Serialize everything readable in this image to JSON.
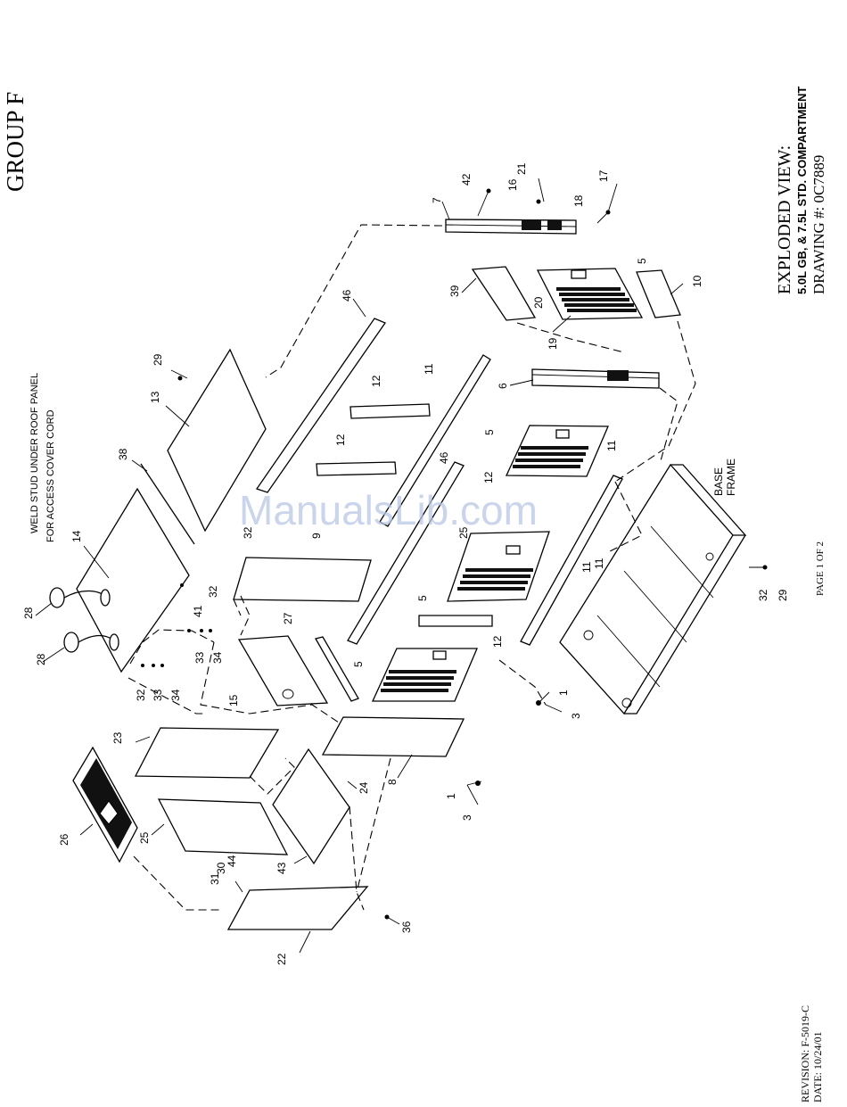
{
  "header": {
    "group": "GROUP F"
  },
  "title_block": {
    "title": "EXPLODED VIEW:",
    "subtitle": "5.0L GB, & 7.5L STD. COMPARTMENT",
    "drawing": "DRAWING #: 0C7889"
  },
  "note": {
    "line1": "WELD STUD UNDER ROOF PANEL",
    "line2": "FOR ACCESS COVER CORD"
  },
  "base_label": {
    "line1": "BASE",
    "line2": "FRAME"
  },
  "page_number": "PAGE 1 OF 2",
  "revision": {
    "revision": "REVISION: F-5019-C",
    "date": "DATE:  10/24/01"
  },
  "watermark": "ManualsLib.com",
  "callouts": [
    "42",
    "7",
    "21",
    "16",
    "18",
    "17",
    "39",
    "20",
    "19",
    "5",
    "10",
    "6",
    "46",
    "29",
    "13",
    "11",
    "12",
    "12",
    "38",
    "14",
    "28",
    "28",
    "32",
    "41",
    "32",
    "33",
    "34",
    "32",
    "33",
    "34",
    "9",
    "27",
    "15",
    "5",
    "5",
    "5",
    "46",
    "12",
    "11",
    "11",
    "12",
    "11",
    "BASE",
    "32",
    "29",
    "1",
    "3",
    "8",
    "23",
    "26",
    "25",
    "24",
    "43",
    "31",
    "30",
    "44",
    "22",
    "36",
    "1",
    "3",
    "25"
  ]
}
